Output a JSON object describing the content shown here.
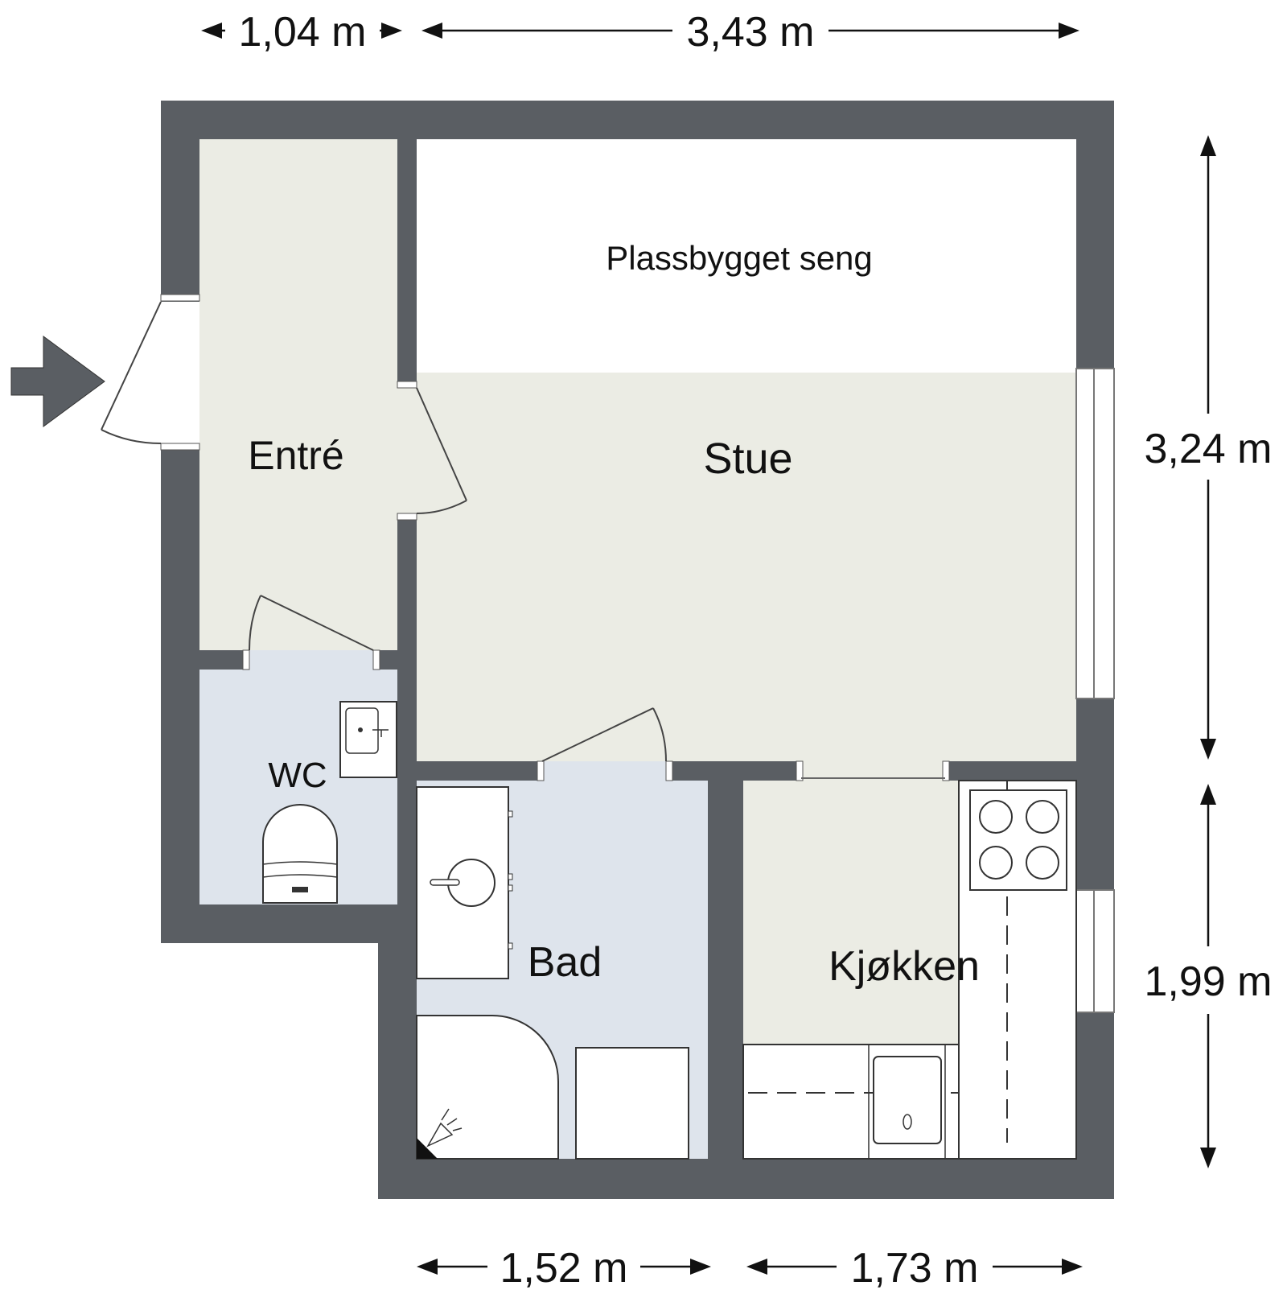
{
  "colors": {
    "wall": "#5a5e63",
    "dry_floor": "#ebece4",
    "wet_floor": "#dee4ec",
    "fixture": "#ffffff",
    "line": "#333333"
  },
  "rooms": {
    "entre": "Entré",
    "stue": "Stue",
    "bed": "Plassbygget seng",
    "wc": "WC",
    "bad": "Bad",
    "kjokken": "Kjøkken"
  },
  "dimensions": {
    "top_left": "1,04 m",
    "top_right": "3,43 m",
    "right_upper": "3,24 m",
    "right_lower": "1,99 m",
    "bottom_left": "1,52 m",
    "bottom_right": "1,73 m"
  },
  "icons": {
    "entry": "entry-arrow-icon",
    "toilet": "toilet-icon",
    "sink": "sink-icon",
    "stove": "stove-icon",
    "shower": "shower-head-icon"
  }
}
